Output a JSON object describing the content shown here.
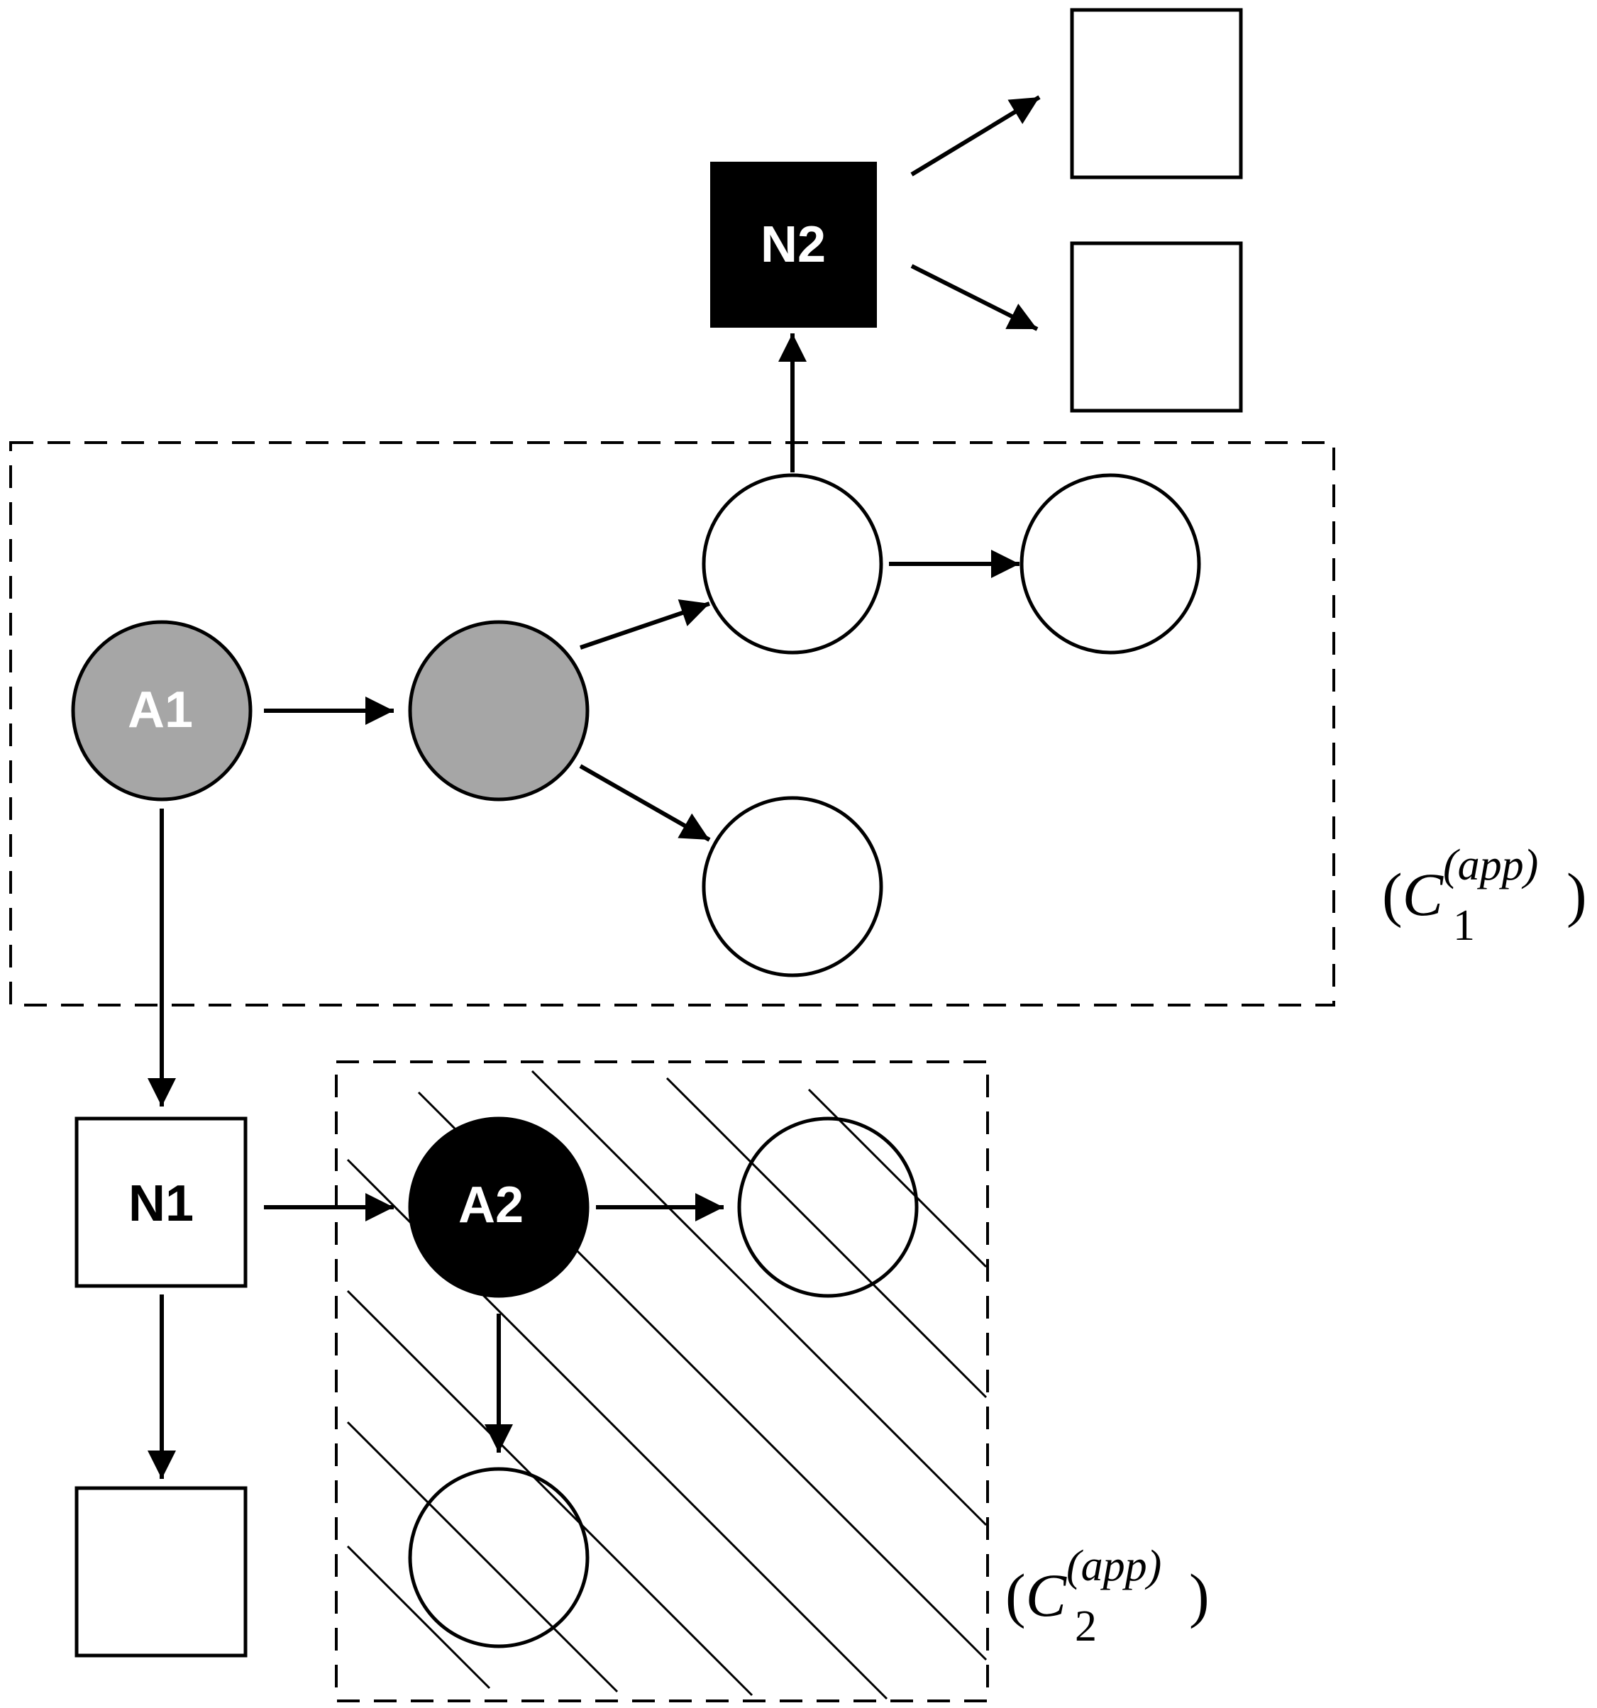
{
  "nodes": {
    "n2": "N2",
    "a1": "A1",
    "n1": "N1",
    "a2": "A2"
  },
  "clusters": {
    "c1": {
      "open": "(",
      "base": "C",
      "superscript": "(app)",
      "subscript": "1",
      "close": ")"
    },
    "c2": {
      "open": "(",
      "base": "C",
      "superscript": "(app)",
      "subscript": "2",
      "close": ")"
    }
  },
  "colors": {
    "gray_node": "#a6a6a6",
    "black_node": "#000000",
    "white_node": "#ffffff",
    "stroke": "#000000"
  }
}
